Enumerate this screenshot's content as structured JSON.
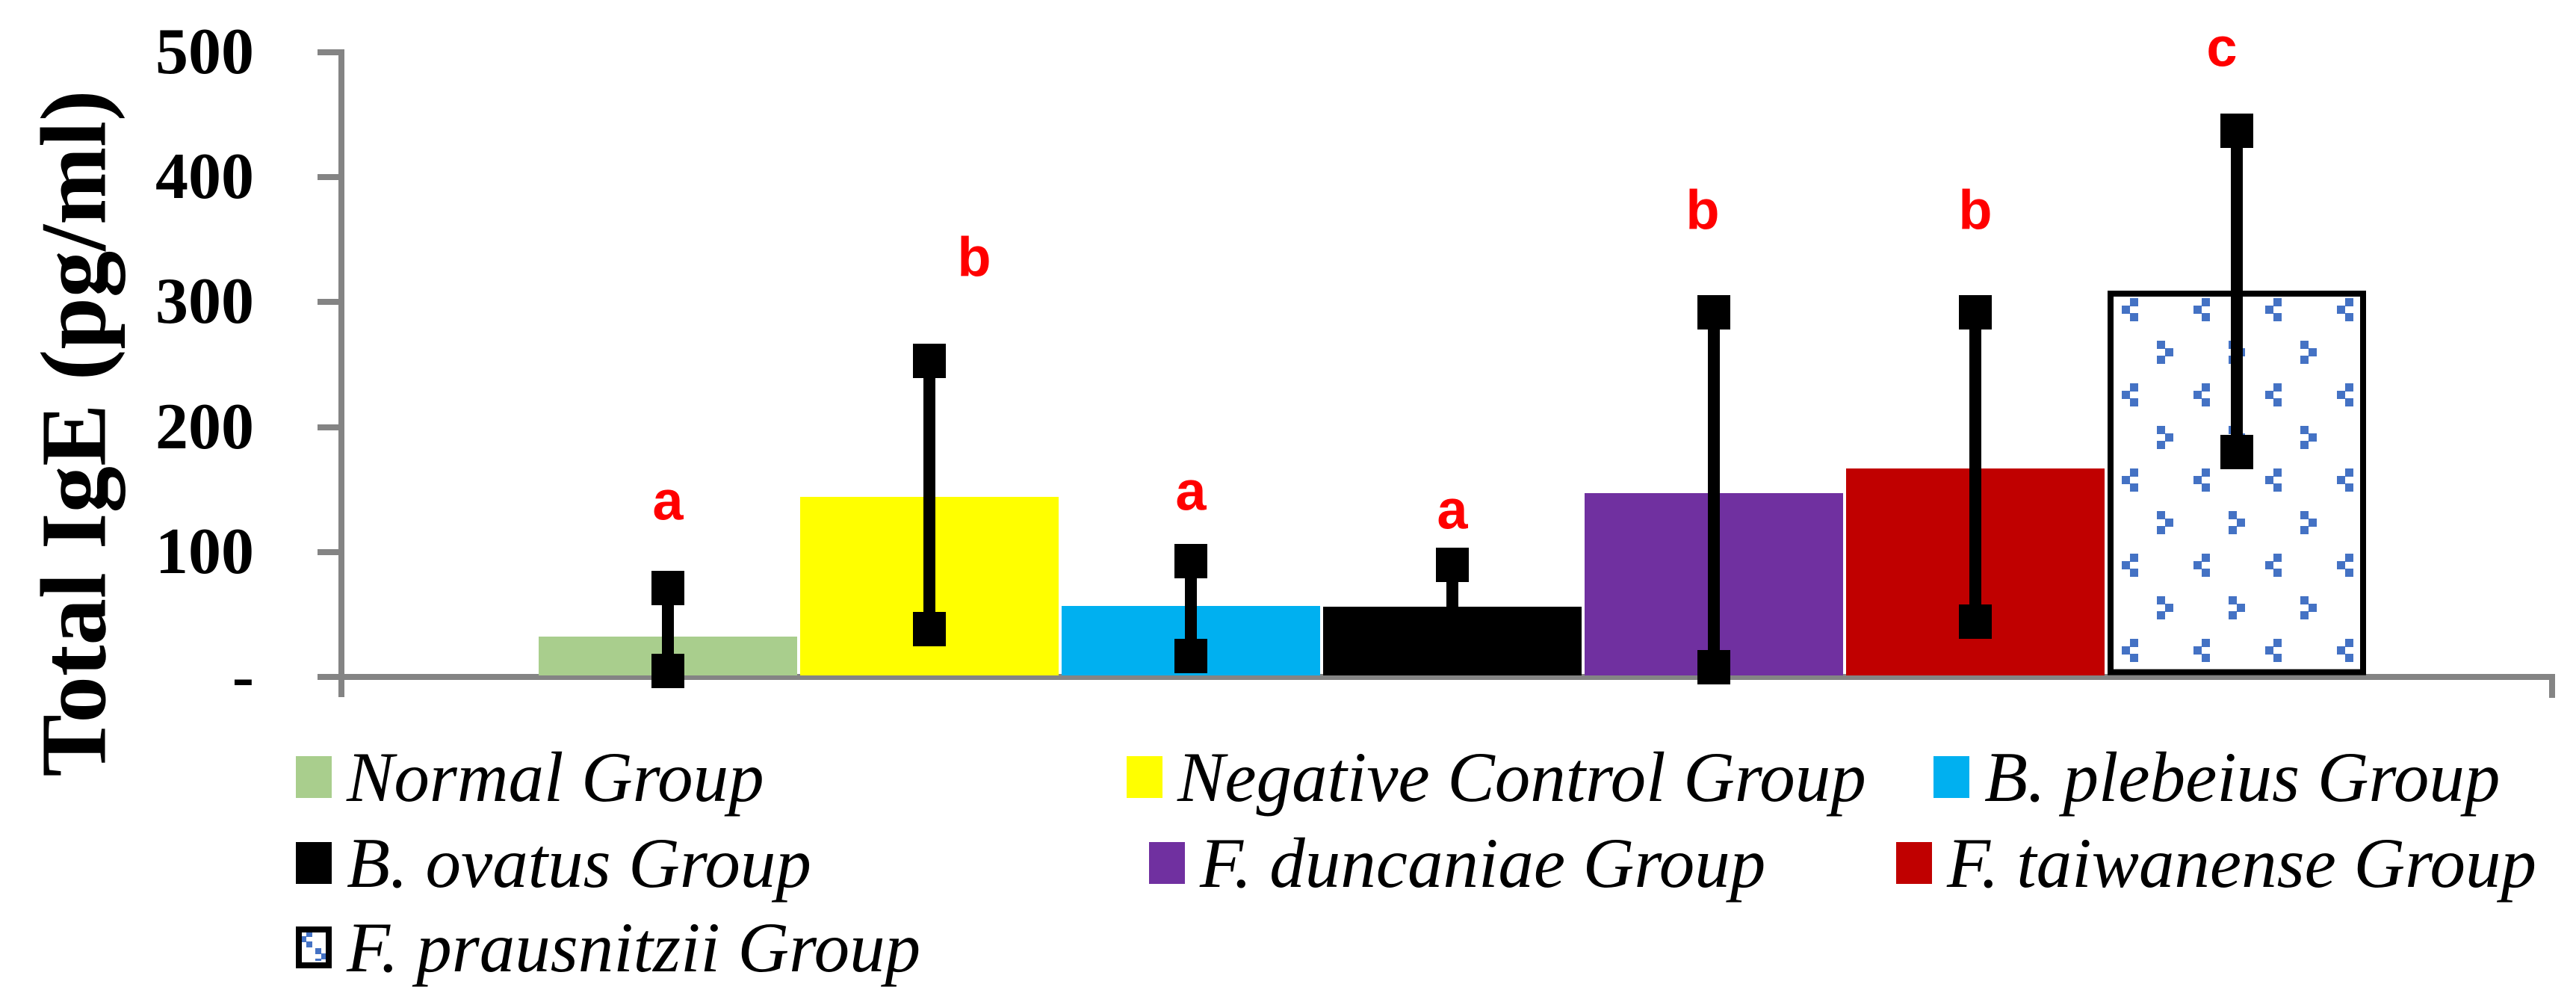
{
  "figure": {
    "background": "#FFFFFF",
    "axis_color": "#848484",
    "error_bar_color": "#000000",
    "annotation_color": "#FF0000"
  },
  "chart_data": {
    "type": "bar",
    "title": "",
    "xlabel": "",
    "ylabel": "Total IgE (pg/ml)",
    "ylim": [
      0,
      500
    ],
    "grid": false,
    "legend_position": "bottom",
    "y_ticks": [
      {
        "label": "500",
        "value": 500
      },
      {
        "label": "400",
        "value": 400
      },
      {
        "label": "300",
        "value": 300
      },
      {
        "label": "200",
        "value": 200
      },
      {
        "label": "100",
        "value": 100
      },
      {
        "label": "-",
        "value": 0
      }
    ],
    "series": [
      {
        "name": "Normal Group",
        "color": "#A9CE8D",
        "value": 32,
        "error_low": 5,
        "error_high": 71,
        "sig_letter": "a",
        "sig_letter_value": 141
      },
      {
        "name": "Negative Control Group",
        "color": "#FFFF00",
        "value": 144,
        "error_low": 38,
        "error_high": 253,
        "sig_letter": "b",
        "sig_letter_value": 336
      },
      {
        "name": "B. plebeius Group",
        "color": "#00B0F0",
        "value": 57,
        "error_low": 17,
        "error_high": 93,
        "sig_letter": "a",
        "sig_letter_value": 149
      },
      {
        "name": "B. ovatus Group",
        "color": "#000000",
        "value": 56,
        "error_low": 20,
        "error_high": 90,
        "sig_letter": "a",
        "sig_letter_value": 134
      },
      {
        "name": "F. duncaniae Group",
        "color": "#7030A0",
        "value": 147,
        "error_low": 8,
        "error_high": 292,
        "sig_letter": "b",
        "sig_letter_value": 374
      },
      {
        "name": "F. taiwanense Group",
        "color": "#C00000",
        "value": 167,
        "error_low": 44,
        "error_high": 292,
        "sig_letter": "b",
        "sig_letter_value": 374
      },
      {
        "name": "F. prausnitzii Group",
        "color": "pattern",
        "value": 309,
        "error_low": 180,
        "error_high": 437,
        "sig_letter": "c",
        "sig_letter_value": 504
      }
    ],
    "pattern_style": {
      "fill": "#FFFFFF",
      "mark_color": "#4472C4",
      "border_color": "#000000",
      "name": "divot-dotted-diamond"
    }
  }
}
